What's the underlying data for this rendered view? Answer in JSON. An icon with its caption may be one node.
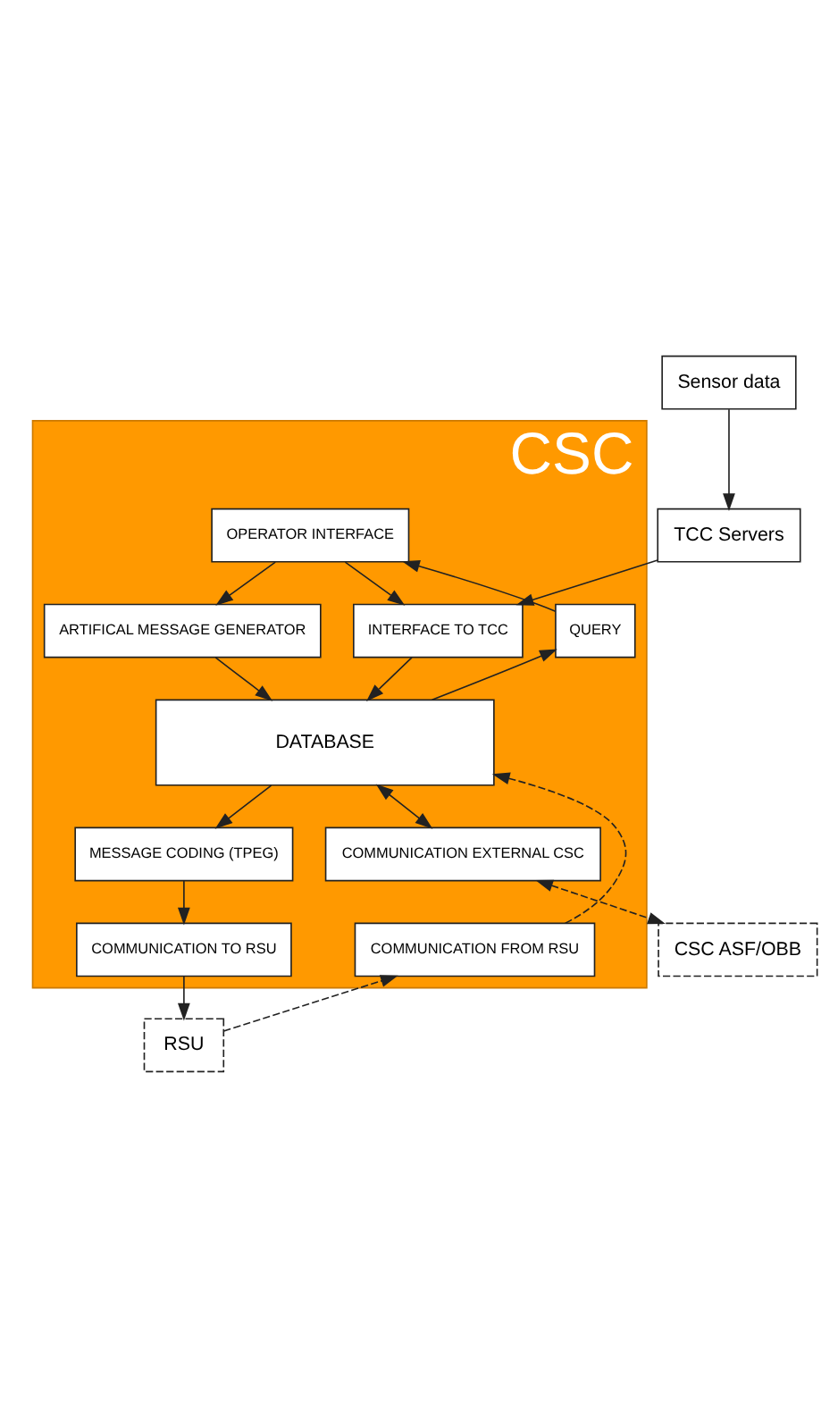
{
  "diagram": {
    "nodes": [
      {
        "text": [
          "TCC Servers"
        ]
      },
      {
        "text": [
          "Sensor data"
        ]
      },
      {
        "text": [
          "CSC"
        ]
      },
      {
        "text": [
          "OPERATOR INTERFACE"
        ],
        "in": 2
      },
      {
        "text": [
          "INTERFACE TO TCC"
        ],
        "in": 2
      },
      {
        "text": [
          "ARTIFICAL MESSAGE GENERATOR"
        ],
        "in": 2
      },
      {
        "text": [
          "QUERY"
        ],
        "in": 2
      },
      {
        "text": [
          "DATABASE"
        ],
        "in": 2
      },
      {
        "text": [
          "MESSAGE CODING (TPEG)"
        ],
        "in": 2
      },
      {
        "text": [
          "COMMUNICATION EXTERNAL CSC"
        ],
        "in": 2
      },
      {
        "text": [
          "COMMUNICATION TO RSU"
        ],
        "in": 2
      },
      {
        "text": [
          "COMMUNICATION FROM RSU"
        ],
        "in": 2
      },
      {
        "text": [
          "RSU"
        ]
      },
      {
        "text": [
          "CSC ASF/OBB"
        ]
      }
    ],
    "edges": [
      {
        "from": 1,
        "to": 0,
        "arrow": "to"
      },
      {
        "from": 0,
        "to": 4,
        "arrow": "to"
      },
      {
        "from": 3,
        "to": 4,
        "arrow": "to"
      },
      {
        "from": 3,
        "to": 5,
        "arrow": "to"
      },
      {
        "from": 6,
        "to": 3,
        "arrow": "to"
      },
      {
        "from": 4,
        "to": 7,
        "arrow": "to"
      },
      {
        "from": 5,
        "to": 7,
        "arrow": "to"
      },
      {
        "from": 7,
        "to": 6,
        "arrow": "to"
      },
      {
        "from": 7,
        "to": 8,
        "arrow": "to"
      },
      {
        "from": 11,
        "to": 7,
        "arrow": "to",
        "style": "dashed"
      },
      {
        "from": 7,
        "to": 9,
        "arrow": "both"
      },
      {
        "from": 8,
        "to": 10,
        "arrow": "to"
      },
      {
        "from": 10,
        "to": 12,
        "arrow": "to"
      },
      {
        "from": 12,
        "to": 11,
        "arrow": "to",
        "style": "dashed"
      },
      {
        "from": 9,
        "to": 13,
        "arrow": "both",
        "style": "dashed"
      }
    ]
  }
}
